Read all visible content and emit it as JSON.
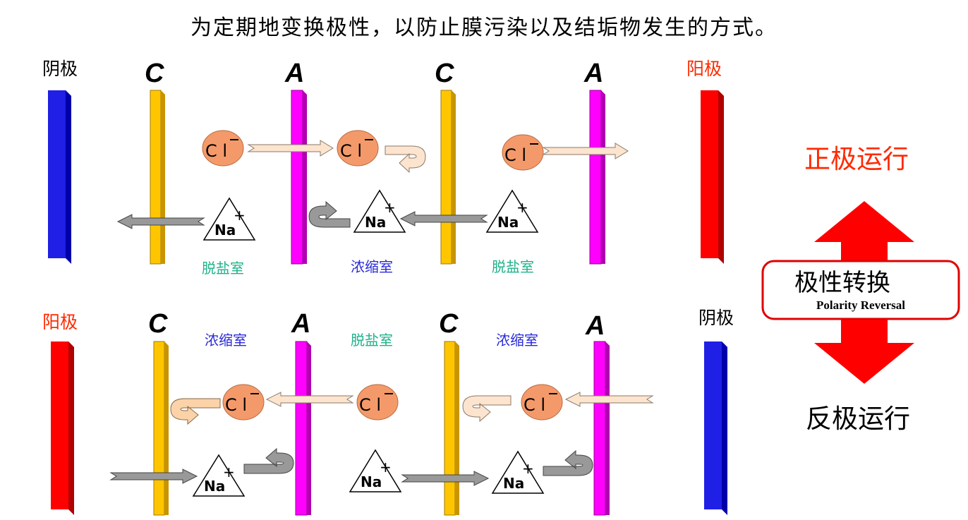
{
  "title": "为定期地变换极性，以防止膜污染以及结垢物发生的方式。",
  "colors": {
    "cathode_electrode": "#1f1fe6",
    "anode_electrode": "#ff0000",
    "cation_membrane": "#ffc600",
    "anion_membrane": "#ff00ff",
    "chloride_ion": "#f49a6a",
    "arrow_cl": "#fce4cf",
    "arrow_na": "#999999",
    "electrode_label_red": "#ff2a00",
    "desalination_label": "#20b28a",
    "concentrate_label": "#2a2ad8",
    "reversal_arrow": "#ff0000"
  },
  "top": {
    "left_electrode_label": "阴极",
    "right_electrode_label": "阳极",
    "membranes": [
      "C",
      "A",
      "C",
      "A"
    ],
    "chambers": [
      "脱盐室",
      "浓缩室",
      "脱盐室"
    ],
    "ion_cl": "C l",
    "ion_na": "Na"
  },
  "bottom": {
    "left_electrode_label": "阳极",
    "right_electrode_label": "阴极",
    "membranes": [
      "C",
      "A",
      "C",
      "A"
    ],
    "chambers": [
      "浓缩室",
      "脱盐室",
      "浓缩室"
    ],
    "ion_cl": "C l",
    "ion_na": "Na"
  },
  "right_panel": {
    "forward_label": "正极运行",
    "reversal_label_cn": "极性转换",
    "reversal_label_en": "Polarity Reversal",
    "reverse_label": "反极运行"
  }
}
